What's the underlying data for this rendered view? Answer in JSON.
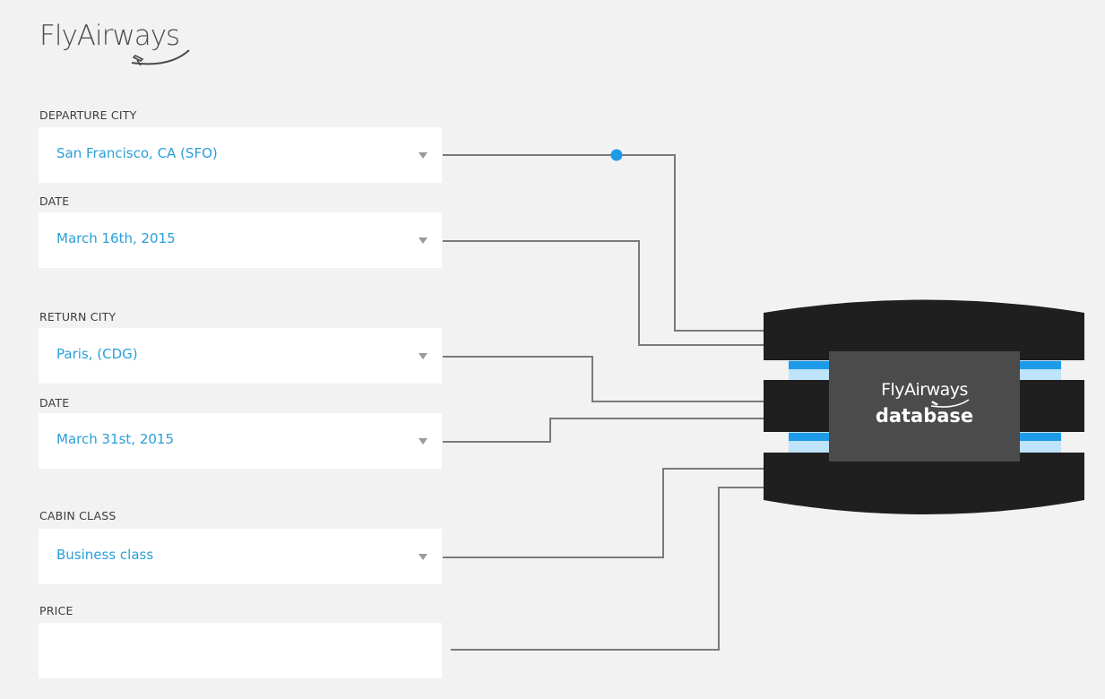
{
  "brand": {
    "name": "FlyAirways"
  },
  "fields": [
    {
      "label": "DEPARTURE CITY",
      "value": "San Francisco, CA (SFO)"
    },
    {
      "label": "DATE",
      "value": "March 16th, 2015"
    },
    {
      "label": "RETURN CITY",
      "value": "Paris, (CDG)"
    },
    {
      "label": "DATE",
      "value": "March 31st, 2015"
    },
    {
      "label": "CABIN CLASS",
      "value": "Business class"
    },
    {
      "label": "PRICE",
      "value": ""
    }
  ],
  "database": {
    "brand": "FlyAirways",
    "label": "database"
  },
  "colors": {
    "background": "#f2f2f2",
    "field_value": "#2a9fd8",
    "wire": "#7a7a7a",
    "database_body": "#1f1f1f",
    "database_box": "#4b4b4b",
    "accent_blue": "#1e9be8",
    "signal_dot": "#1e9be8"
  }
}
